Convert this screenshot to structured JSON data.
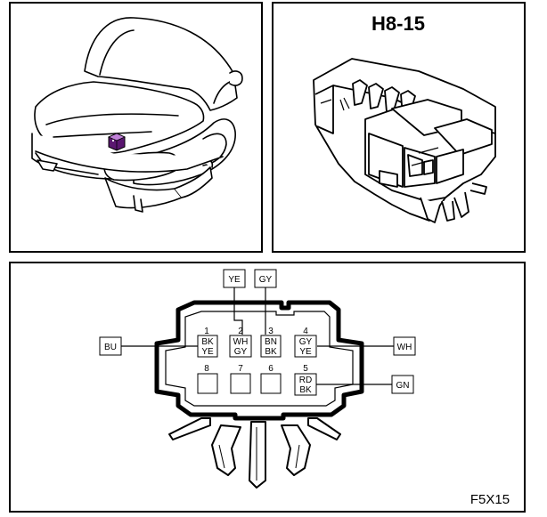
{
  "connector": {
    "id": "H8-15",
    "figure_code": "F5X15"
  },
  "pins": {
    "p1": {
      "number": "1",
      "colors": [
        "BK",
        "YE"
      ]
    },
    "p2": {
      "number": "2",
      "colors": [
        "WH",
        "GY"
      ]
    },
    "p3": {
      "number": "3",
      "colors": [
        "BN",
        "BK"
      ]
    },
    "p4": {
      "number": "4",
      "colors": [
        "GY",
        "YE"
      ]
    },
    "p5": {
      "number": "5",
      "colors": [
        "RD",
        "BK"
      ]
    },
    "p6": {
      "number": "6"
    },
    "p7": {
      "number": "7"
    },
    "p8": {
      "number": "8"
    }
  },
  "wires": {
    "left_1": "BU",
    "top_2": "YE",
    "top_3": "GY",
    "right_4": "WH",
    "right_5": "GN"
  },
  "colors": {
    "line": "#000000",
    "marker": "#5a1670",
    "marker_light": "#c080d8"
  }
}
